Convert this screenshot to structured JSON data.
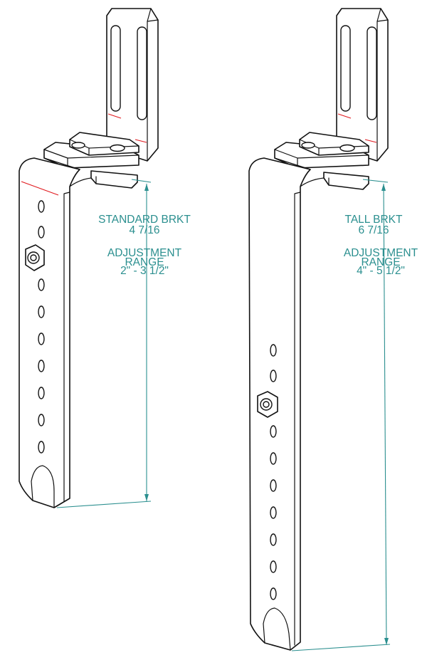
{
  "brackets": [
    {
      "id": "standard",
      "name": "STANDARD BRKT",
      "dimension": "4 7/16",
      "range_title": "ADJUSTMENT",
      "range_subtitle": "RANGE",
      "range_value": "2\" - 3 1/2\""
    },
    {
      "id": "tall",
      "name": "TALL BRKT",
      "dimension": "6 7/16",
      "range_title": "ADJUSTMENT",
      "range_subtitle": "RANGE",
      "range_value": "4\" - 5 1/2\""
    }
  ],
  "colors": {
    "outline": "#111111",
    "highlight_edge": "#e0161b",
    "dimension": "#2b8f8f"
  }
}
